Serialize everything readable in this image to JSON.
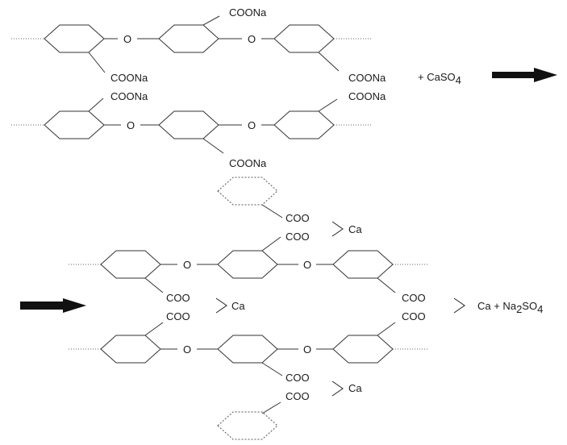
{
  "labels": {
    "oxygen": "O",
    "sodium_carboxylate": "COONa",
    "carboxylate": "COO",
    "calcium": "Ca",
    "reagent_prefix": "+ CaSO",
    "reagent_subscript": "4",
    "product_prefix": "Ca + Na",
    "product_sub_2": "2",
    "product_mid": "SO",
    "product_sub_4": "4"
  },
  "colors": {
    "ink": "#1a1a1a",
    "arrow": "#111111"
  }
}
